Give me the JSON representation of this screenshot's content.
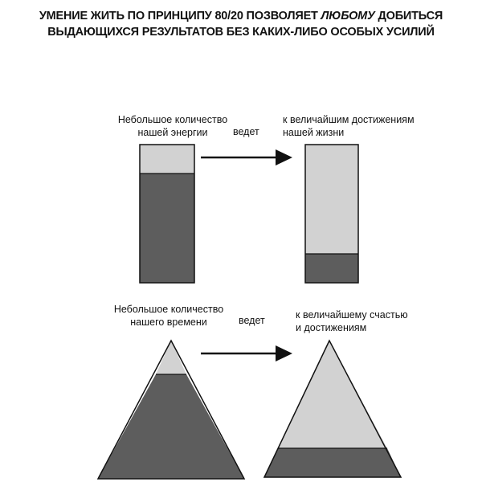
{
  "title": {
    "line1_before": "УМЕНИЕ ЖИТЬ ПО ПРИНЦИПУ 80/20 ПОЗВОЛЯЕТ ",
    "line1_emph": "ЛЮБОМУ",
    "line1_after": " ДОБИТЬСЯ",
    "line2": "ВЫДАЮЩИХСЯ РЕЗУЛЬТАТОВ БЕЗ КАКИХ-ЛИБО ОСОБЫХ УСИЛИЙ"
  },
  "row1": {
    "left_label": [
      "Небольшое количество",
      "нашей энергии"
    ],
    "arrow_label": "ведет",
    "right_label": [
      "к величайшим достижениям",
      "нашей жизни"
    ]
  },
  "row2": {
    "left_label": [
      "Небольшое количество",
      "нашего времени"
    ],
    "arrow_label": "ведет",
    "right_label": [
      "к величайшему счастью",
      "и достижениям"
    ]
  },
  "colors": {
    "light": "#d2d2d2",
    "dark": "#5d5d5d",
    "stroke": "#111111"
  }
}
